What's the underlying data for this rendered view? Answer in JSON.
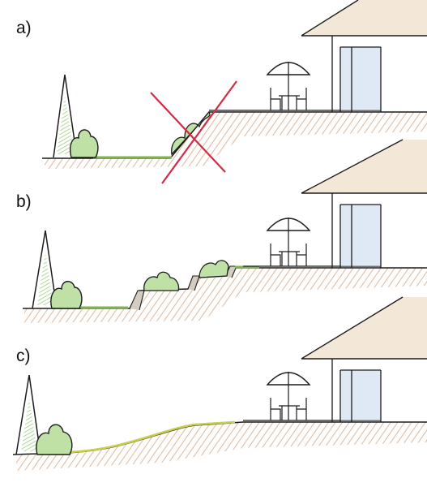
{
  "panels": [
    {
      "label": "a)"
    },
    {
      "label": "b)"
    },
    {
      "label": "c)"
    }
  ],
  "colors": {
    "ink": "#1c1c1c",
    "soil": "#d9a582",
    "grass": "#7fb24a",
    "foliage": "#9ccf7a",
    "roof": "#f3e7d7",
    "glass": "#c9d9ee",
    "cross": "#d42a45"
  },
  "icons": [
    "tree-icon",
    "shrub-icon",
    "parasol-icon",
    "chair-icon",
    "table-icon",
    "house-icon",
    "cross-icon"
  ]
}
